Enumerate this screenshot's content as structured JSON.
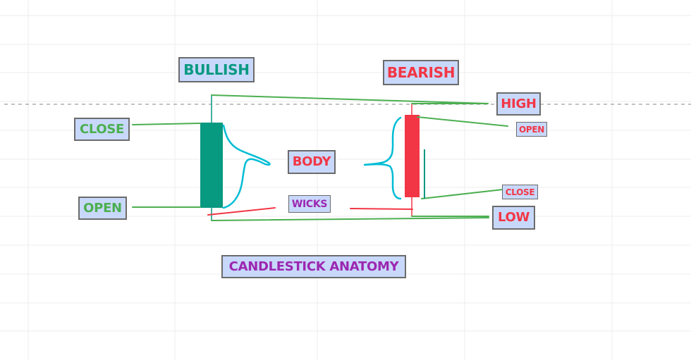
{
  "diagram": {
    "title": "CANDLESTICK ANATOMY",
    "colors": {
      "bullish": "#089981",
      "bearish": "#f23645",
      "green_line": "#4caf50",
      "brace": "#00bcd4",
      "title": "#9c27b0",
      "label_bg": "#c8d8fb",
      "label_border": "#6b6b6b",
      "grid": "#eeeeee",
      "dashed": "#9e9e9e"
    },
    "bullish": {
      "heading": "BULLISH",
      "close_label": "CLOSE",
      "open_label": "OPEN"
    },
    "bearish": {
      "heading": "BEARISH",
      "high_label": "HIGH",
      "open_label": "OPEN",
      "close_label": "CLOSE",
      "low_label": "LOW"
    },
    "center": {
      "body_label": "BODY",
      "wicks_label": "WICKS"
    }
  }
}
